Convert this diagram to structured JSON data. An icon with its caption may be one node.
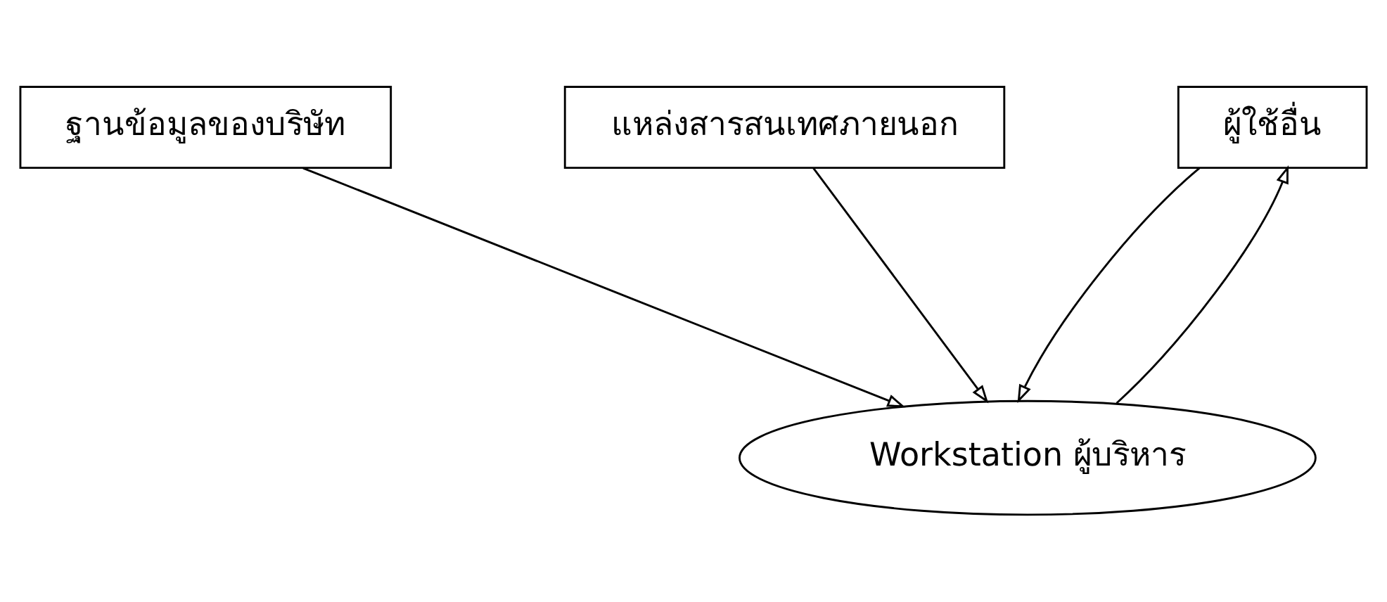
{
  "diagram": {
    "nodes": [
      {
        "text": [
          "ฐานข้อมูลของบริษัท"
        ]
      },
      {
        "text": [
          "แหล่งสารสนเทศภายนอก"
        ]
      },
      {
        "text": [
          "ผู้ใช้อื่น"
        ]
      },
      {
        "text": [
          "Workstation ผู้บริหาร"
        ]
      }
    ],
    "edges": [
      {
        "from": 0,
        "to": 3,
        "arrow": "to"
      },
      {
        "from": 1,
        "to": 3,
        "arrow": "to"
      },
      {
        "from": 2,
        "to": 3,
        "arrow": "to"
      },
      {
        "from": 3,
        "to": 2,
        "arrow": "to"
      }
    ]
  }
}
